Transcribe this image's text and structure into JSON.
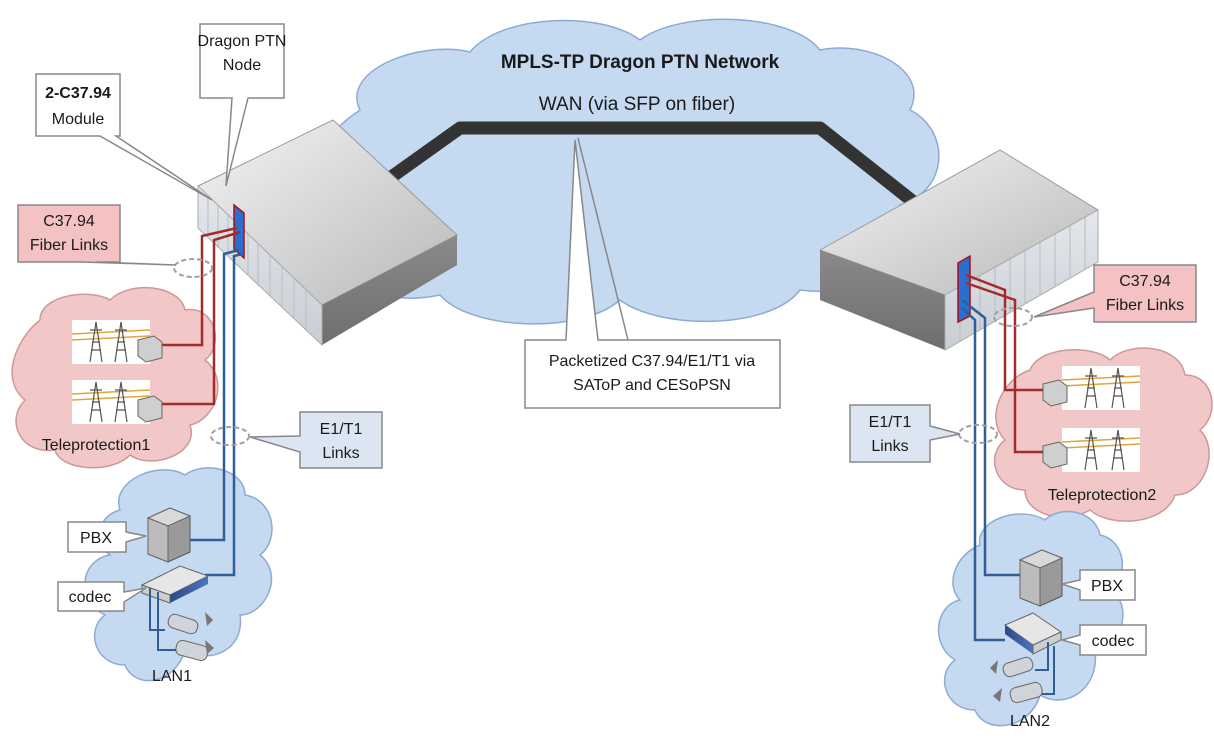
{
  "cloud": {
    "title": "MPLS-TP Dragon PTN Network",
    "wan_label": "WAN (via SFP on fiber)"
  },
  "callouts": {
    "module_line1": "2-C37.94",
    "module_line2": "Module",
    "node_line1": "Dragon PTN",
    "node_line2": "Node",
    "fiber_left_line1": "C37.94",
    "fiber_left_line2": "Fiber Links",
    "fiber_right_line1": "C37.94",
    "fiber_right_line2": "Fiber Links",
    "e1_left_line1": "E1/T1",
    "e1_left_line2": "Links",
    "e1_right_line1": "E1/T1",
    "e1_right_line2": "Links",
    "packet_line1": "Packetized C37.94/E1/T1 via",
    "packet_line2": "SAToP and CESoPSN",
    "pbx_left": "PBX",
    "codec_left": "codec",
    "pbx_right": "PBX",
    "codec_right": "codec"
  },
  "clouds": {
    "teleprotection1": "Teleprotection1",
    "teleprotection2": "Teleprotection2",
    "lan1": "LAN1",
    "lan2": "LAN2"
  },
  "colors": {
    "wan_cloud": "#c5d9f1",
    "cloud_outline": "#8eaad4",
    "teleprotection_cloud": "#f2c7c7",
    "callout_pink": "#f4c2c2",
    "callout_blue": "#dce6f2",
    "fiber_link": "#a52a2a",
    "e1_link": "#2f5f96",
    "wan_line": "#333333"
  }
}
